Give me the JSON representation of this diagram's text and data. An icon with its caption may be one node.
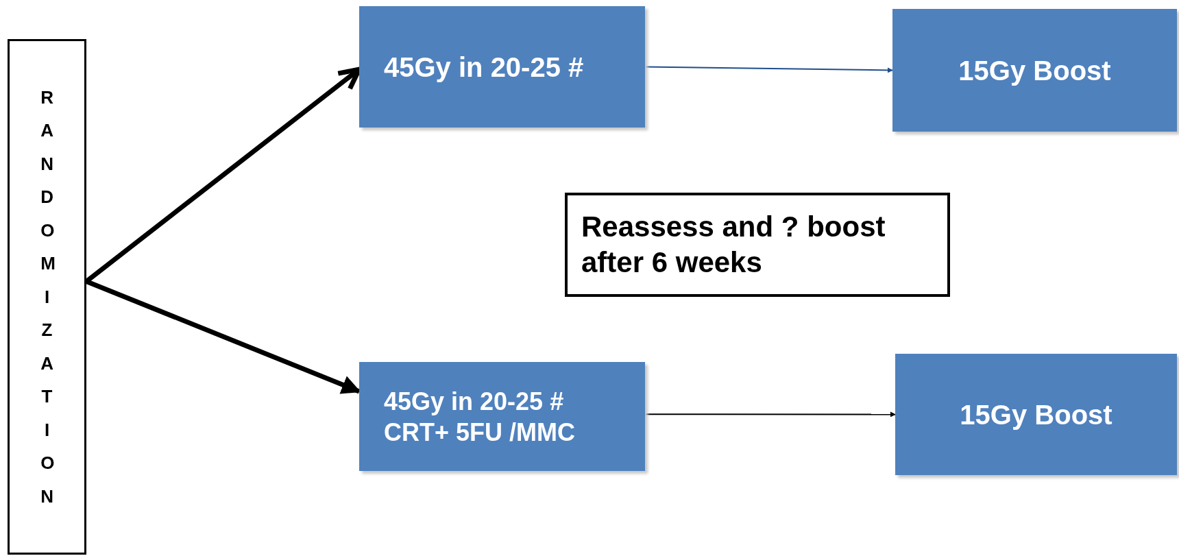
{
  "diagram": {
    "nodes": [
      {
        "text": [
          "RANDOMIZATION"
        ]
      },
      {
        "text": [
          "45Gy in 20-25 #"
        ]
      },
      {
        "text": [
          "15Gy Boost"
        ]
      },
      {
        "text": [
          "Reassess and ? boost after 6 weeks"
        ]
      },
      {
        "text": [
          "45Gy in 20-25 # CRT+ 5FU /MMC"
        ]
      },
      {
        "text": [
          "15Gy Boost"
        ]
      }
    ],
    "edges": [
      {
        "from": 0,
        "to": 1,
        "arrow": "to",
        "style": "thick"
      },
      {
        "from": 0,
        "to": 4,
        "arrow": "to",
        "style": "thick"
      },
      {
        "from": 1,
        "to": 2,
        "arrow": "to",
        "color": "#1f4e8c"
      },
      {
        "from": 4,
        "to": 5,
        "arrow": "to"
      }
    ]
  }
}
